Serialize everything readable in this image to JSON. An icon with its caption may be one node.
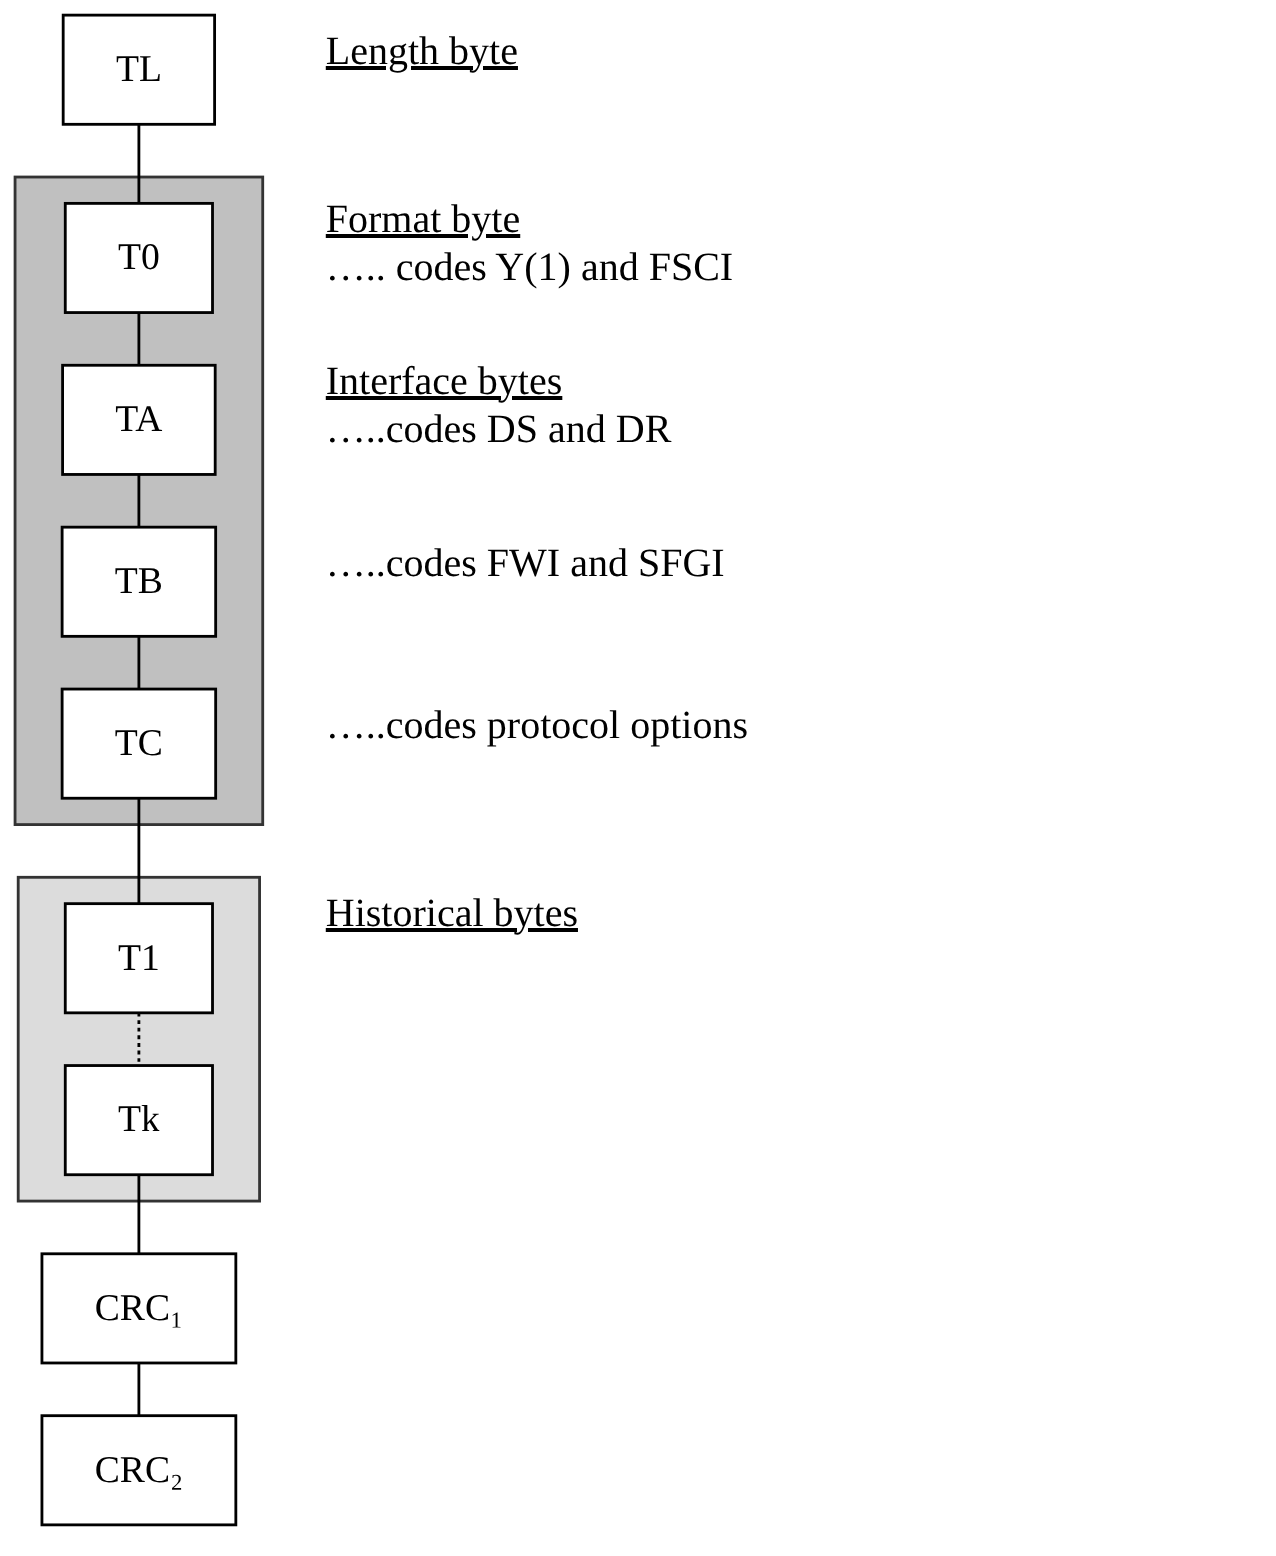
{
  "diagram": {
    "nodes": [
      {
        "text": [
          "TL"
        ],
        "beside": [
          "Length byte"
        ]
      },
      {
        "text": [],
        "shape": "box"
      },
      {
        "text": [
          "T0"
        ],
        "in": 1,
        "beside": [
          "Format byte",
          "….. codes Y(1) and FSCI"
        ]
      },
      {
        "text": [
          "TA"
        ],
        "in": 1,
        "beside": [
          "Interface bytes",
          "…..codes DS and DR"
        ]
      },
      {
        "text": [
          "TB"
        ],
        "in": 1,
        "beside": [
          "…..codes FWI and SFGI"
        ]
      },
      {
        "text": [
          "TC"
        ],
        "in": 1,
        "beside": [
          "…..codes protocol options"
        ]
      },
      {
        "text": [],
        "shape": "box",
        "beside": [
          "Historical bytes"
        ]
      },
      {
        "text": [
          "T1"
        ],
        "in": 6
      },
      {
        "text": [
          "Tk"
        ],
        "in": 6
      },
      {
        "text": [
          "CRC₁"
        ]
      },
      {
        "text": [
          "CRC₂"
        ]
      }
    ],
    "edges": [
      {
        "from": 0,
        "to": 2,
        "arrow": "none"
      },
      {
        "from": 2,
        "to": 3,
        "arrow": "none"
      },
      {
        "from": 3,
        "to": 4,
        "arrow": "none"
      },
      {
        "from": 4,
        "to": 5,
        "arrow": "none"
      },
      {
        "from": 5,
        "to": 7,
        "arrow": "none"
      },
      {
        "from": 7,
        "to": 8,
        "arrow": "none",
        "style": "dashed"
      },
      {
        "from": 8,
        "to": 9,
        "arrow": "none"
      },
      {
        "from": 9,
        "to": 10,
        "arrow": "none"
      }
    ]
  }
}
